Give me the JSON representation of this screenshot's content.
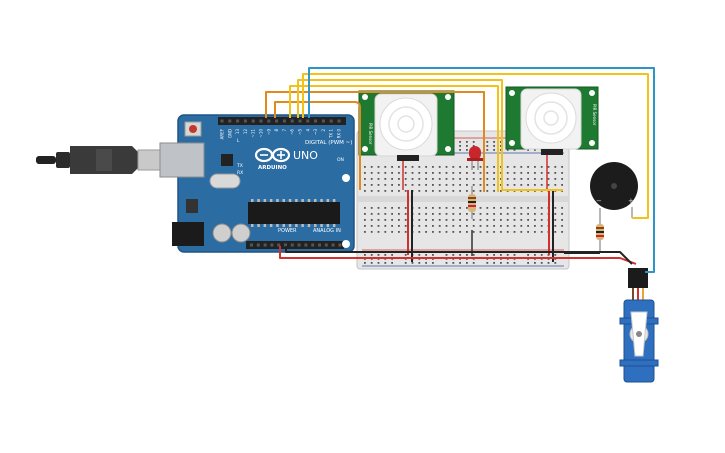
{
  "arduino": {
    "brand": "ARDUINO",
    "model": "UNO",
    "digital_label": "DIGITAL (PWM ~)",
    "power_label": "POWER",
    "analog_label": "ANALOG IN",
    "pin_numbers": [
      "AREF",
      "GND",
      "13",
      "12",
      "~11",
      "~10",
      "~9",
      "8",
      "7",
      "~6",
      "~5",
      "4",
      "~3",
      "2",
      "TX 1",
      "RX 0"
    ],
    "tx_label": "TX",
    "rx_label": "RX",
    "l_label": "L",
    "on_label": "ON"
  },
  "pir_sensors": [
    {
      "label": "PIR Sensor"
    },
    {
      "label": "PIR Sensor"
    }
  ],
  "colors": {
    "board_blue": "#2b6ca3",
    "board_dark": "#1f5486",
    "breadboard": "#e6e6e6",
    "pir_green": "#1e7a31",
    "wire_orange": "#e08a1e",
    "wire_yellow": "#f2c21b",
    "wire_blue": "#2e95c9",
    "wire_red": "#d0312d",
    "wire_black": "#222222",
    "servo_blue": "#2f6fc0",
    "led_red": "#c8262b"
  }
}
